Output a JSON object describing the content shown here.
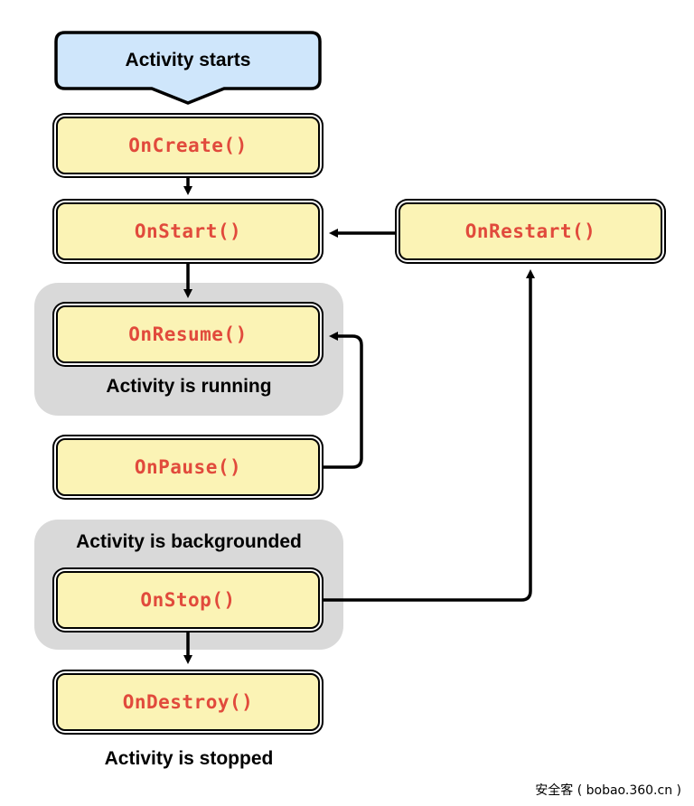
{
  "diagram": {
    "start_label": "Activity starts",
    "nodes": {
      "on_create": "OnCreate()",
      "on_start": "OnStart()",
      "on_restart": "OnRestart()",
      "on_resume": "OnResume()",
      "on_pause": "OnPause()",
      "on_stop": "OnStop()",
      "on_destroy": "OnDestroy()"
    },
    "states": {
      "running": "Activity is running",
      "backgrounded": "Activity is backgrounded",
      "stopped": "Activity is stopped"
    },
    "colors": {
      "node_fill": "#fbf3b5",
      "method_text": "#e14a3c",
      "start_fill": "#cfe6fb",
      "group_fill": "#d9d9d9"
    }
  },
  "watermark": "安全客 ( bobao.360.cn )"
}
